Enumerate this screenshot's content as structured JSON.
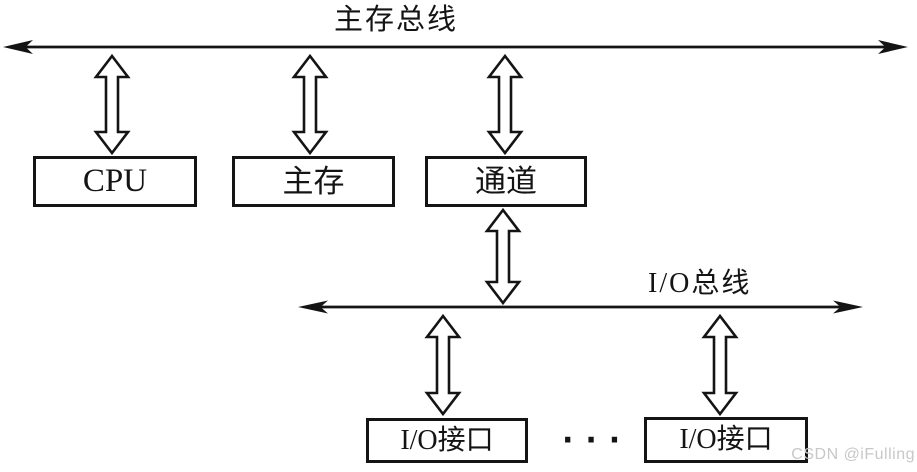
{
  "diagram": {
    "title_implicit": "channel-io-architecture",
    "buses": [
      {
        "id": "main-memory-bus",
        "label": "主存总线"
      },
      {
        "id": "io-bus",
        "label": "I/O总线"
      }
    ],
    "nodes": [
      {
        "id": "cpu",
        "label": "CPU"
      },
      {
        "id": "main-memory",
        "label": "主存"
      },
      {
        "id": "channel",
        "label": "通道"
      },
      {
        "id": "io-interface-1",
        "label": "I/O接口"
      },
      {
        "id": "io-interface-2",
        "label": "I/O接口"
      }
    ],
    "ellipsis": "···",
    "colors": {
      "line": "#141414",
      "box_border": "#141414",
      "background": "#ffffff",
      "watermark": "#c8c8c8"
    }
  },
  "watermark": "CSDN @iFulling"
}
